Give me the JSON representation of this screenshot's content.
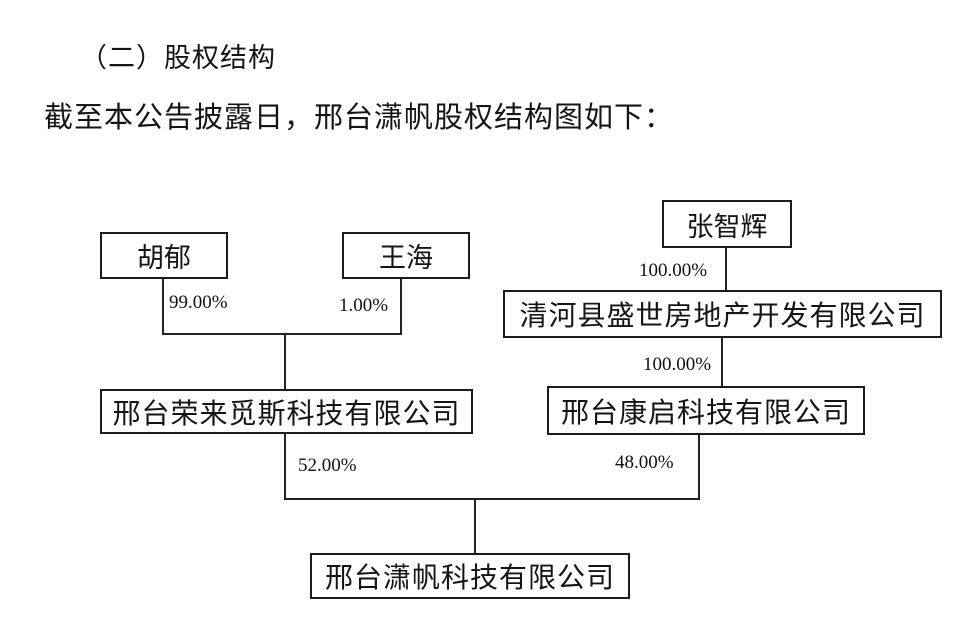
{
  "document": {
    "heading": "（二）股权结构",
    "intro": "截至本公告披露日，邢台潇帆股权结构图如下："
  },
  "colors": {
    "background": "#ffffff",
    "text": "#151515",
    "box_border": "#1c1c1c",
    "line": "#222222"
  },
  "diagram": {
    "type": "equity-structure-chart",
    "nodes": [
      {
        "id": "hu-yu",
        "label": "胡郁"
      },
      {
        "id": "wang-hai",
        "label": "王海"
      },
      {
        "id": "zhang-zhihui",
        "label": "张智辉"
      },
      {
        "id": "shengshi",
        "label": "清河县盛世房地产开发有限公司"
      },
      {
        "id": "ronglai",
        "label": "邢台荣来觅斯科技有限公司"
      },
      {
        "id": "kangqi",
        "label": "邢台康启科技有限公司"
      },
      {
        "id": "xiaofan",
        "label": "邢台潇帆科技有限公司"
      }
    ],
    "edges": [
      {
        "from": "胡郁",
        "to": "邢台荣来觅斯科技有限公司",
        "percent": "99.00%"
      },
      {
        "from": "王海",
        "to": "邢台荣来觅斯科技有限公司",
        "percent": "1.00%"
      },
      {
        "from": "张智辉",
        "to": "清河县盛世房地产开发有限公司",
        "percent": "100.00%"
      },
      {
        "from": "清河县盛世房地产开发有限公司",
        "to": "邢台康启科技有限公司",
        "percent": "100.00%"
      },
      {
        "from": "邢台荣来觅斯科技有限公司",
        "to": "邢台潇帆科技有限公司",
        "percent": "52.00%"
      },
      {
        "from": "邢台康启科技有限公司",
        "to": "邢台潇帆科技有限公司",
        "percent": "48.00%"
      }
    ]
  }
}
